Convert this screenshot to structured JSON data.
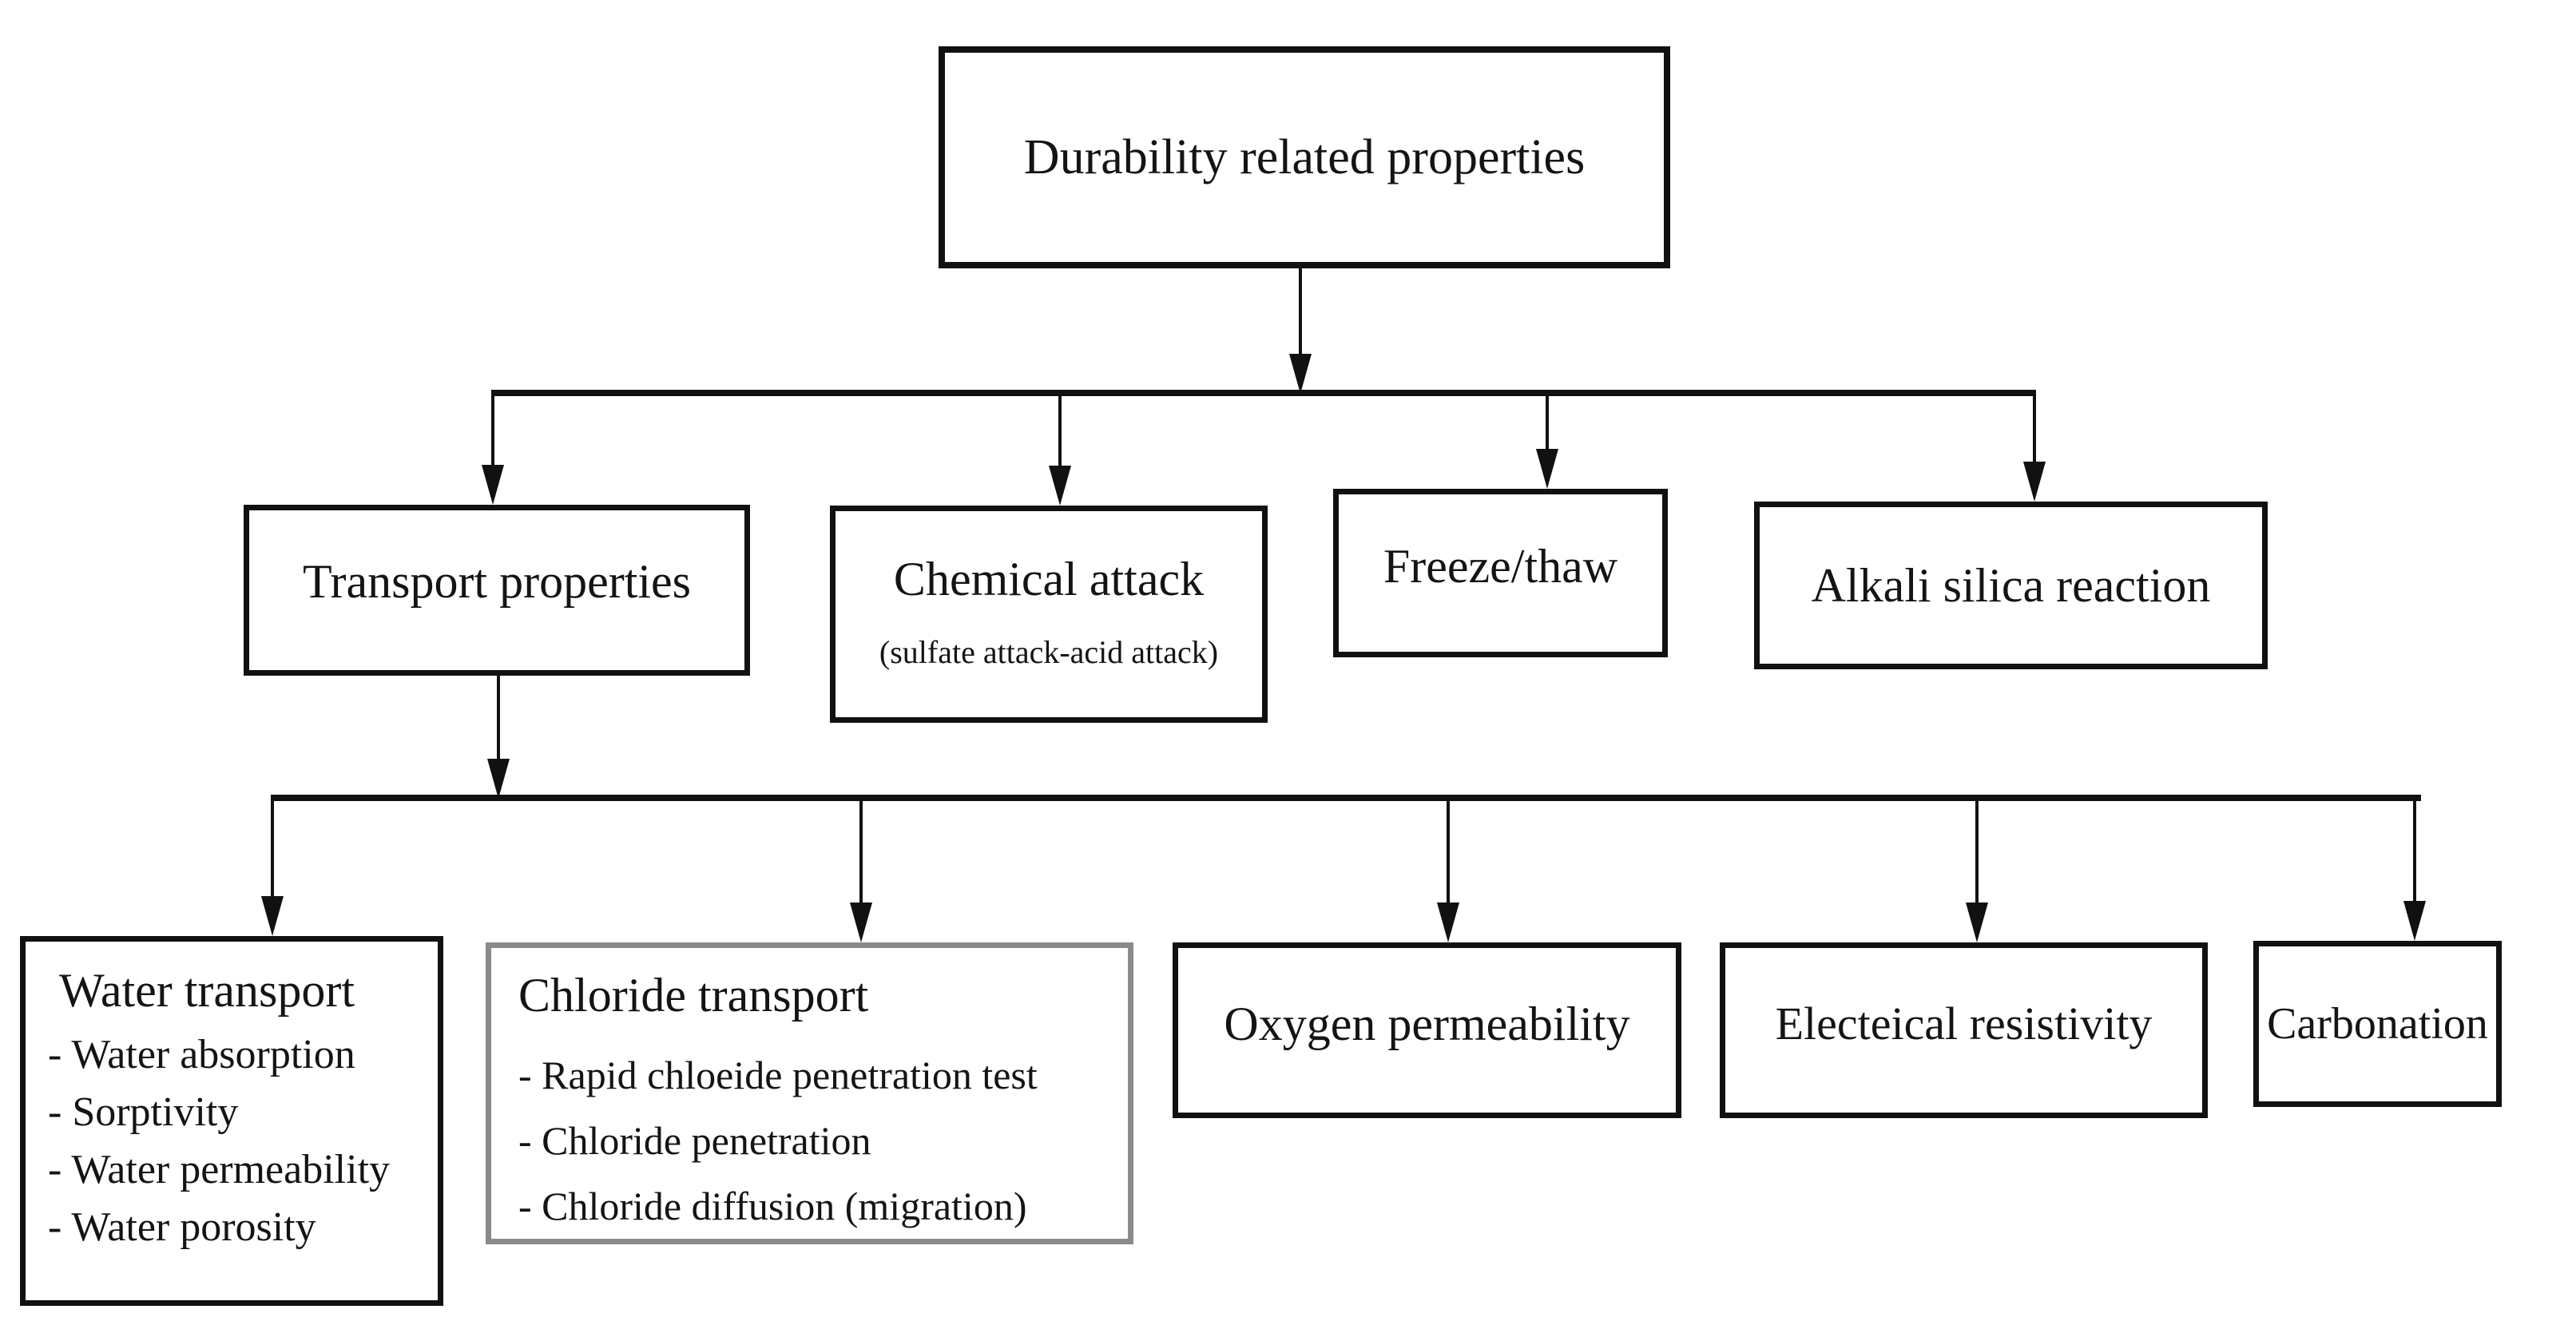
{
  "figure": {
    "type": "flowchart",
    "background": "#ffffff",
    "line_color": "#111111",
    "box_border_color": "#111111",
    "chloride_box_border_color": "#8a8a8a",
    "root": {
      "label": "Durability related properties"
    },
    "level2": [
      {
        "label": "Transport properties"
      },
      {
        "label": "Chemical attack",
        "sublabel": "(sulfate attack-acid attack)"
      },
      {
        "label": "Freeze/thaw"
      },
      {
        "label": "Alkali silica reaction"
      }
    ],
    "level3": [
      {
        "label": "Water transport",
        "items": [
          "- Water absorption",
          "- Sorptivity",
          "- Water permeability",
          "- Water porosity"
        ]
      },
      {
        "label": "Chloride transport",
        "items": [
          "- Rapid chloeide penetration test",
          "- Chloride penetration",
          "- Chloride diffusion (migration)"
        ]
      },
      {
        "label": "Oxygen permeability"
      },
      {
        "label": "Electeical resistivity"
      },
      {
        "label": "Carbonation"
      }
    ]
  }
}
